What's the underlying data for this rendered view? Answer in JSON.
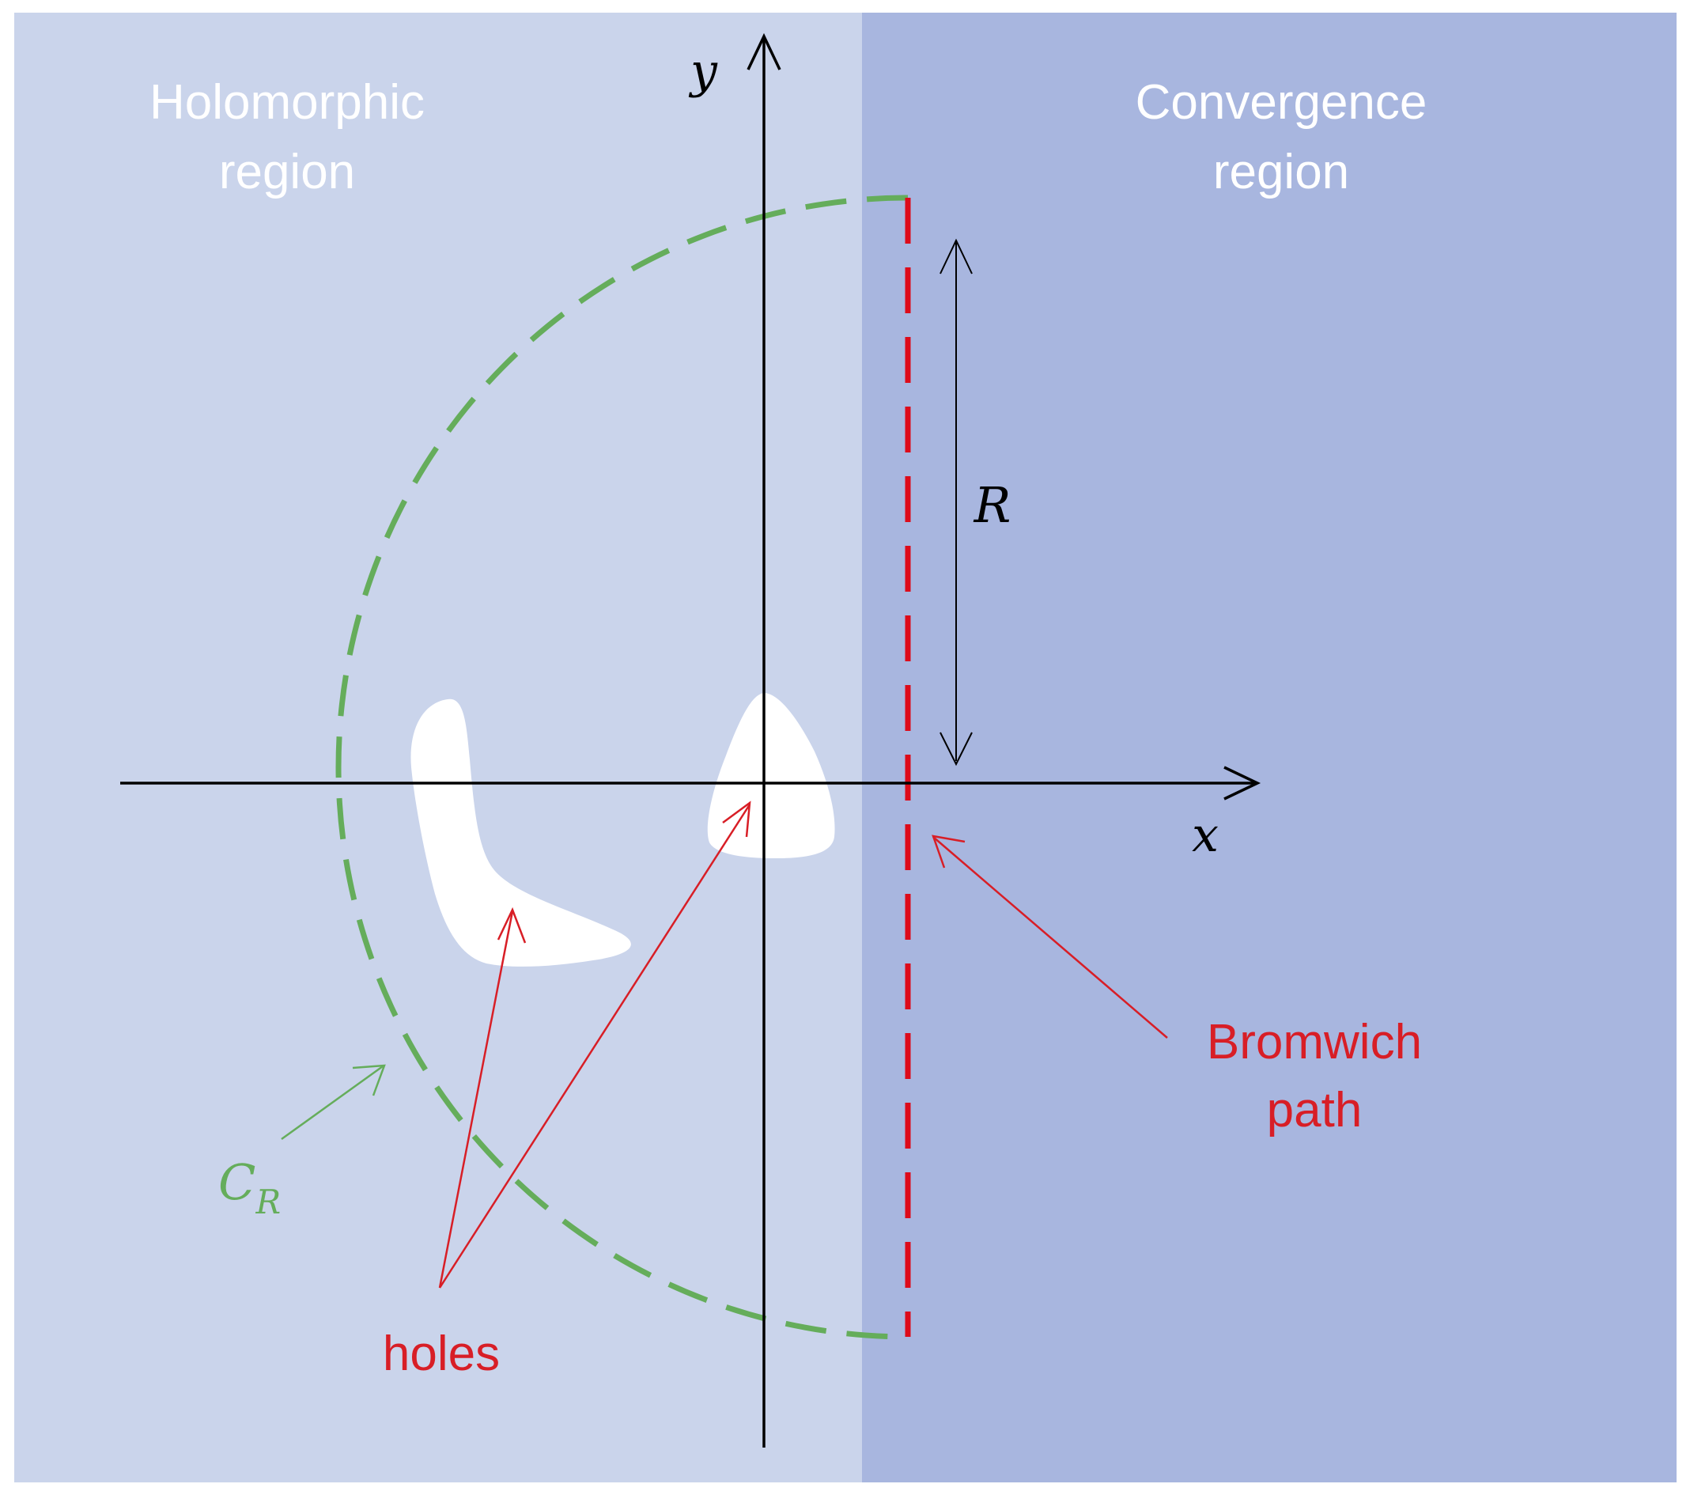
{
  "colors": {
    "holomorphic_region": "#cad4eb",
    "convergence_region": "#a8b6df",
    "hole_fill": "#ffffff",
    "axis": "#000000",
    "contour_green": "#65ad5b",
    "bromwich_red": "#dd0b1a",
    "annotation_red": "#d81e26"
  },
  "regions": {
    "holomorphic": {
      "line1": "Holomorphic",
      "line2": "region"
    },
    "convergence": {
      "line1": "Convergence",
      "line2": "region"
    }
  },
  "axes": {
    "x_label": "x",
    "y_label": "y"
  },
  "radius_label": "R",
  "contour_label": {
    "main": "C",
    "subscript": "R"
  },
  "annotations": {
    "holes": "holes",
    "bromwich_line1": "Bromwich",
    "bromwich_line2": "path"
  },
  "icons": {
    "x_axis_arrowhead": "open-arrow-right",
    "y_axis_arrowhead": "open-arrow-up",
    "radius_arrow": "double-headed-vertical-arrow"
  }
}
